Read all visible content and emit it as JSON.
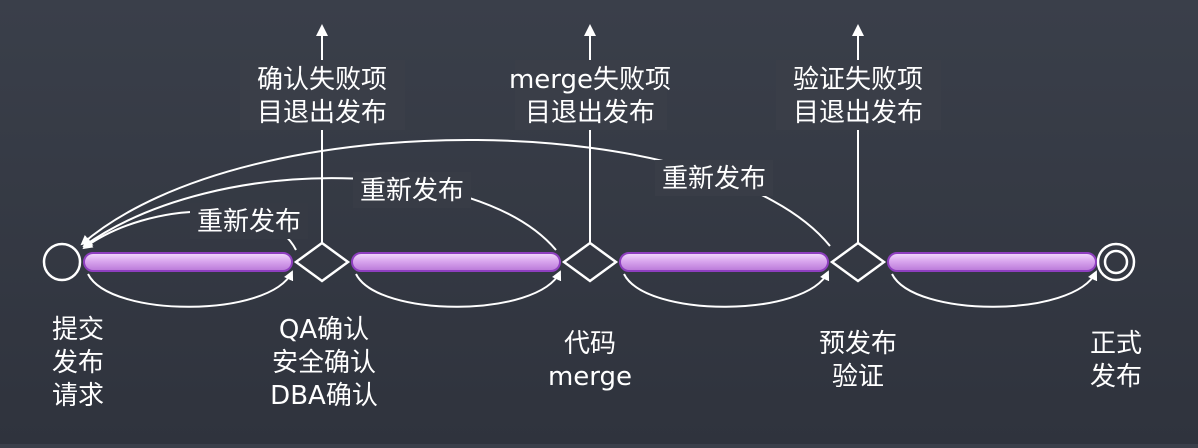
{
  "colors": {
    "background": "#33373f",
    "stroke": "#ffffff",
    "bar_fill": "#d9a6ee",
    "bar_stroke": "#8e3fbf"
  },
  "gates": [
    {
      "exit_label_line1": "确认失败项",
      "exit_label_line2": "目退出发布"
    },
    {
      "exit_label_line1": "merge失败项",
      "exit_label_line2": "目退出发布"
    },
    {
      "exit_label_line1": "验证失败项",
      "exit_label_line2": "目退出发布"
    }
  ],
  "retry_labels": [
    "重新发布",
    "重新发布",
    "重新发布"
  ],
  "stages": [
    {
      "lines": [
        "提交",
        "发布",
        "请求"
      ]
    },
    {
      "lines": [
        "QA确认",
        "安全确认",
        "DBA确认"
      ]
    },
    {
      "lines": [
        "代码",
        "merge"
      ]
    },
    {
      "lines": [
        "预发布",
        "验证"
      ]
    },
    {
      "lines": [
        "正式",
        "发布"
      ]
    }
  ]
}
